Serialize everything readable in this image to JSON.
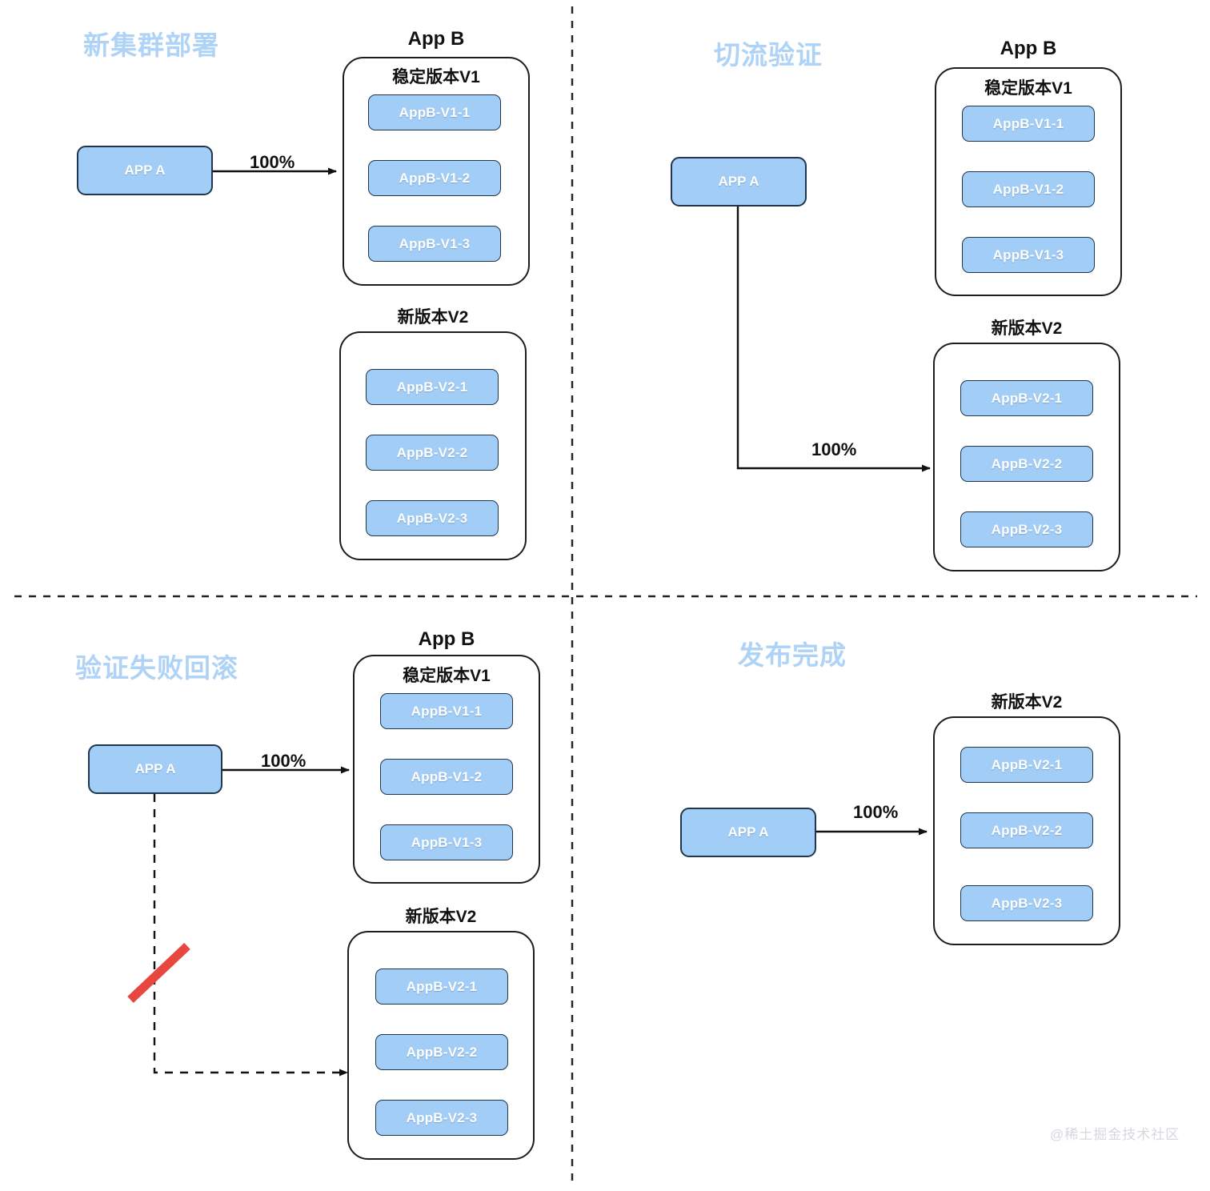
{
  "watermark": "@稀土掘金技术社区",
  "common": {
    "app_b_label": "App B",
    "stable_group_label": "稳定版本V1",
    "new_group_label": "新版本V2",
    "app_a_label": "APP A",
    "traffic_full": "100%",
    "colors": {
      "pod_fill": "#a2cdf6",
      "pod_border": "#20364d",
      "pod_text": "#ffffff",
      "container_border": "#1d1d1d",
      "title_blue": "#aed3f7",
      "arrow_black": "#111111",
      "strike_red": "#e8473f",
      "divider": "#222222",
      "watermark_gray": "#d5d8dd",
      "background": "#ffffff"
    }
  },
  "quadrants": [
    {
      "id": "new-cluster-deploy",
      "title": "新集群部署",
      "app_b_label": "App B",
      "source": {
        "label": "APP A"
      },
      "groups": [
        {
          "key": "v1",
          "label": "稳定版本V1",
          "pods": [
            "AppB-V1-1",
            "AppB-V1-2",
            "AppB-V1-3"
          ]
        },
        {
          "key": "v2",
          "label": "新版本V2",
          "pods": [
            "AppB-V2-1",
            "AppB-V2-2",
            "AppB-V2-3"
          ]
        }
      ],
      "flows": [
        {
          "target": "v1",
          "percent": "100%",
          "style": "solid"
        }
      ]
    },
    {
      "id": "traffic-switch-verify",
      "title": "切流验证",
      "app_b_label": "App B",
      "source": {
        "label": "APP A"
      },
      "groups": [
        {
          "key": "v1",
          "label": "稳定版本V1",
          "pods": [
            "AppB-V1-1",
            "AppB-V1-2",
            "AppB-V1-3"
          ]
        },
        {
          "key": "v2",
          "label": "新版本V2",
          "pods": [
            "AppB-V2-1",
            "AppB-V2-2",
            "AppB-V2-3"
          ]
        }
      ],
      "flows": [
        {
          "target": "v2",
          "percent": "100%",
          "style": "solid"
        }
      ]
    },
    {
      "id": "verify-failed-rollback",
      "title": "验证失败回滚",
      "app_b_label": "App B",
      "source": {
        "label": "APP A"
      },
      "groups": [
        {
          "key": "v1",
          "label": "稳定版本V1",
          "pods": [
            "AppB-V1-1",
            "AppB-V1-2",
            "AppB-V1-3"
          ]
        },
        {
          "key": "v2",
          "label": "新版本V2",
          "pods": [
            "AppB-V2-1",
            "AppB-V2-2",
            "AppB-V2-3"
          ]
        }
      ],
      "flows": [
        {
          "target": "v1",
          "percent": "100%",
          "style": "solid"
        },
        {
          "target": "v2",
          "percent": "",
          "style": "dashed-blocked"
        }
      ]
    },
    {
      "id": "release-complete",
      "title": "发布完成",
      "app_b_label": "",
      "source": {
        "label": "APP A"
      },
      "groups": [
        {
          "key": "v2",
          "label": "新版本V2",
          "pods": [
            "AppB-V2-1",
            "AppB-V2-2",
            "AppB-V2-3"
          ]
        }
      ],
      "flows": [
        {
          "target": "v2",
          "percent": "100%",
          "style": "solid"
        }
      ]
    }
  ]
}
